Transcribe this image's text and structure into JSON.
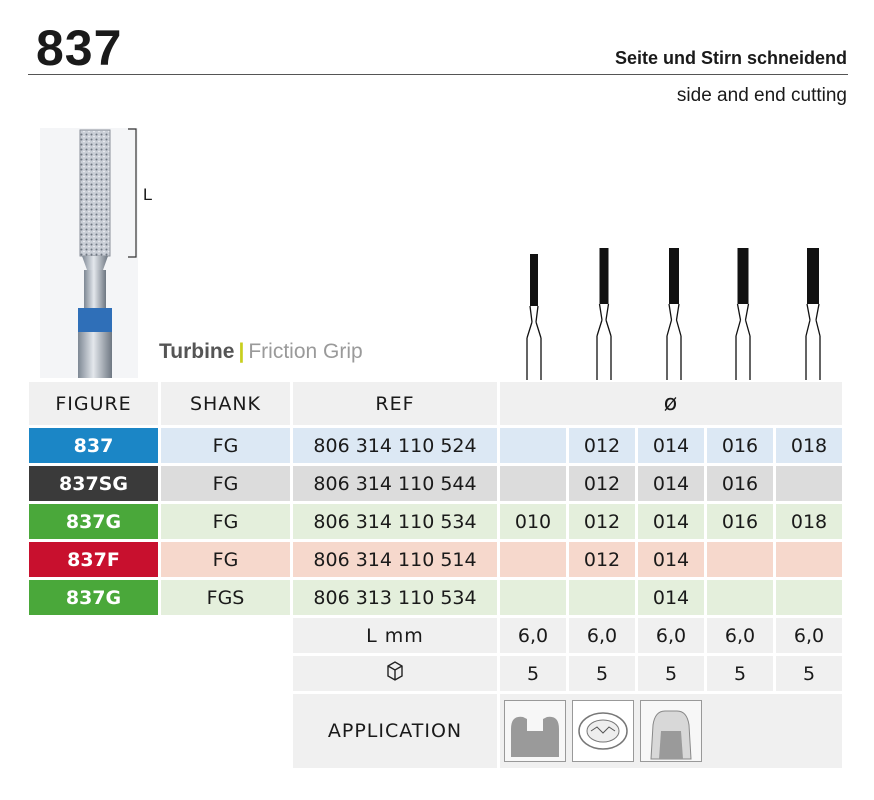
{
  "header": {
    "model": "837",
    "subtitle_de": "Seite und Stirn schneidend",
    "subtitle_en": "side and end cutting"
  },
  "diagram": {
    "length_label": "L"
  },
  "type_label": {
    "primary": "Turbine",
    "separator": "|",
    "secondary": "Friction Grip"
  },
  "colors": {
    "blue": "#1b86c6",
    "dark": "#3a3a3a",
    "green": "#4aa83a",
    "red": "#c8102e",
    "green2": "#4aa83a",
    "row_blue": "#dce8f4",
    "row_dark": "#dcdcdc",
    "row_green": "#e4efdc",
    "row_red": "#f6d8cc"
  },
  "table": {
    "headers": {
      "figure": "FIGURE",
      "shank": "SHANK",
      "ref": "REF",
      "diameter": "ø"
    },
    "rows": [
      {
        "figure": "837",
        "shank": "FG",
        "ref": "806 314 110 524",
        "d": [
          "",
          "012",
          "014",
          "016",
          "018"
        ]
      },
      {
        "figure": "837SG",
        "shank": "FG",
        "ref": "806 314 110 544",
        "d": [
          "",
          "012",
          "014",
          "016",
          ""
        ]
      },
      {
        "figure": "837G",
        "shank": "FG",
        "ref": "806 314 110 534",
        "d": [
          "010",
          "012",
          "014",
          "016",
          "018"
        ]
      },
      {
        "figure": "837F",
        "shank": "FG",
        "ref": "806 314 110 514",
        "d": [
          "",
          "012",
          "014",
          "",
          ""
        ]
      },
      {
        "figure": "837G",
        "shank": "FGS",
        "ref": "806 313 110 534",
        "d": [
          "",
          "",
          "014",
          "",
          ""
        ]
      }
    ],
    "lmm": {
      "label": "L mm",
      "values": [
        "6,0",
        "6,0",
        "6,0",
        "6,0",
        "6,0"
      ]
    },
    "pack": {
      "icon": "package-icon",
      "values": [
        "5",
        "5",
        "5",
        "5",
        "5"
      ]
    },
    "application": {
      "label": "APPLICATION",
      "icons": [
        "cavity-prep-icon",
        "occlusal-prep-icon",
        "crown-prep-icon"
      ]
    }
  }
}
